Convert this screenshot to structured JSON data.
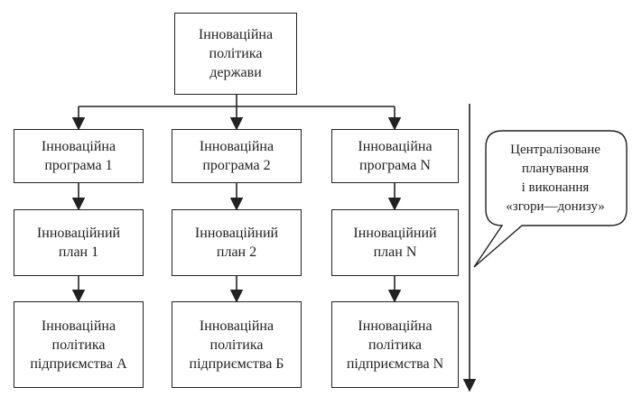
{
  "top": {
    "label": "Інноваційна\nполітика\nдержави"
  },
  "columns": [
    {
      "program": "Інноваційна\nпрограма 1",
      "plan": "Інноваційний\nплан 1",
      "enterprise": "Інноваційна\nполітика\nпідприємства А"
    },
    {
      "program": "Інноваційна\nпрограма 2",
      "plan": "Інноваційний\nплан 2",
      "enterprise": "Інноваційна\nполітика\nпідприємства Б"
    },
    {
      "program": "Інноваційна\nпрограма N",
      "plan": "Інноваційний\nплан N",
      "enterprise": "Інноваційна\nполітика\nпідприємства N"
    }
  ],
  "callout": {
    "text": "Централізоване\nпланування\nі виконання\n«згори—донизу»"
  },
  "colors": {
    "line": "#222222",
    "background": "#ffffff",
    "text": "#1f1f1f"
  }
}
